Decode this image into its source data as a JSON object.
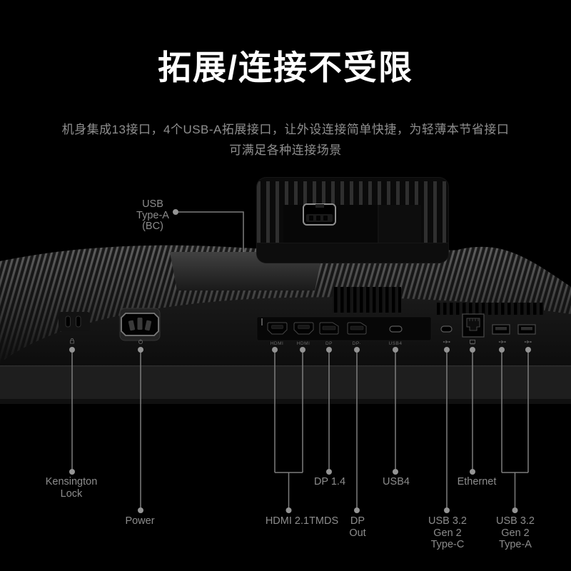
{
  "header": {
    "title": "拓展/连接不受限",
    "subtitle_line1": "机身集成13接口，4个USB-A拓展接口，让外设连接简单快捷，为轻薄本节省接口",
    "subtitle_line2": "可满足各种连接场景"
  },
  "inset_callout": {
    "lines": [
      "USB",
      "Type-A",
      "(BC)"
    ]
  },
  "port_strip_labels": {
    "hdmi_1": "HDMI",
    "hdmi_2": "HDMI",
    "dp_1": "DP",
    "dp_2": "DP·",
    "usb4": "USB4"
  },
  "callouts": [
    {
      "id": "kensington-lock",
      "lines": [
        "Kensington",
        "Lock"
      ]
    },
    {
      "id": "power",
      "lines": [
        "Power"
      ]
    },
    {
      "id": "hdmi-2-1-tmds",
      "lines": [
        "HDMI 2.1TMDS"
      ]
    },
    {
      "id": "dp-1-4",
      "lines": [
        "DP 1.4"
      ]
    },
    {
      "id": "dp-out",
      "lines": [
        "DP",
        "Out"
      ]
    },
    {
      "id": "usb4",
      "lines": [
        "USB4"
      ]
    },
    {
      "id": "usb-3-2-gen-2-type-c",
      "lines": [
        "USB 3.2",
        "Gen 2",
        "Type-C"
      ]
    },
    {
      "id": "ethernet",
      "lines": [
        "Ethernet"
      ]
    },
    {
      "id": "usb-3-2-gen-2-type-a",
      "lines": [
        "USB 3.2",
        "Gen 2",
        "Type-A"
      ]
    }
  ],
  "colors": {
    "background": "#000000",
    "title_text": "#ffffff",
    "subtitle_text": "#8f8f8f",
    "callout_text": "#8c8c8c",
    "callout_line": "#7d7d7d",
    "fin_highlight": "#5e5e5e"
  }
}
